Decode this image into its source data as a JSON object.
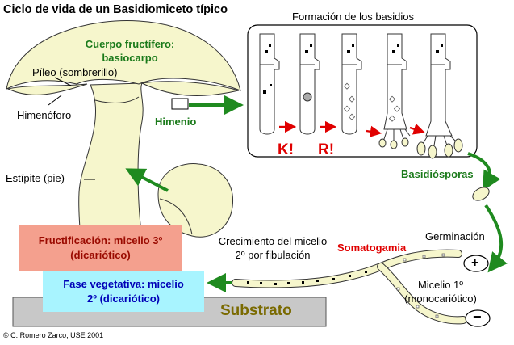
{
  "title": "Ciclo de vida de un Basidiomiceto típico",
  "basidia_title": "Formación de los basidios",
  "fruiting_body": {
    "line1": "Cuerpo fructífero:",
    "line2": "basiocarpo"
  },
  "parts": {
    "pileo": "Píleo (sombrerillo)",
    "himenoforo": "Himenóforo",
    "himenio": "Himenio",
    "estipite": "Estípite (pie)"
  },
  "stages": {
    "k": "K!",
    "r": "R!",
    "basidiosporas": "Basidiósporas",
    "germinacion": "Germinación",
    "somatogamia": "Somatogamia",
    "micelio1_line1": "Micelio 1º",
    "micelio1_line2": "(monocariótico)",
    "crecimiento_line1": "Crecimiento del micelio",
    "crecimiento_line2": "2º por fibulación",
    "plus": "+",
    "minus": "−"
  },
  "boxes": {
    "fructificacion_line1": "Fructificación: micelio 3º",
    "fructificacion_line2": "(dicariótico)",
    "vegetativa_line1": "Fase vegetativa: micelio",
    "vegetativa_line2": "2º (dicariótico)"
  },
  "substrate": "Substrato",
  "copyright": "© C. Romero Zarco, USE 2001",
  "colors": {
    "fungus": "#f6f6cc",
    "arrow_green": "#1f8a1f",
    "arrow_red": "#e00000",
    "fructificacion_box": "#f4a08e",
    "vegetativa_box": "#a8f4ff",
    "substrate": "#c8c8c8"
  }
}
